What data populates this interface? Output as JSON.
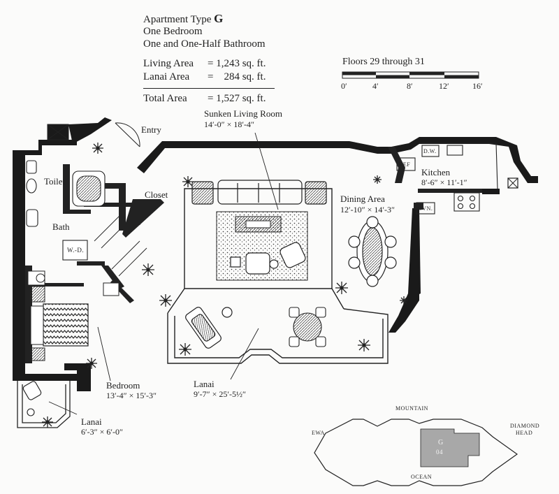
{
  "header": {
    "title_prefix": "Apartment Type",
    "title_letter": "G",
    "bedrooms": "One Bedroom",
    "bathrooms": "One and One-Half Bathroom",
    "living_label": "Living Area",
    "living_value": "= 1,243 sq. ft.",
    "lanai_label": "Lanai Area",
    "lanai_value": "=    284 sq. ft.",
    "total_label": "Total Area",
    "total_value": "= 1,527 sq. ft."
  },
  "scale": {
    "floors": "Floors 29 through 31",
    "ticks": [
      "0′",
      "4′",
      "8′",
      "12′",
      "16′"
    ]
  },
  "rooms": {
    "entry": "Entry",
    "sunken_name": "Sunken Living Room",
    "sunken_dim": "14′-0″ × 18′-4″",
    "toilet": "Toilet",
    "closet": "Closet",
    "bath": "Bath",
    "wd": "W.-D.",
    "ref": "REF",
    "dw": "D.W.",
    "ovn": "OVN.",
    "kitchen_name": "Kitchen",
    "kitchen_dim": "8′-6″ × 11′-1″",
    "dining_name": "Dining Area",
    "dining_dim": "12′-10″ × 14′-3″",
    "bedroom_name": "Bedroom",
    "bedroom_dim": "13′-4″ × 15′-3″",
    "lanai_name": "Lanai",
    "lanai_dim": "9′-7″ × 25′-5½″",
    "lanai2_name": "Lanai",
    "lanai2_dim": "6′-3″ × 6′-0″"
  },
  "keyplan": {
    "mountain": "MOUNTAIN",
    "ewa": "EWA",
    "diamond": "DIAMOND",
    "head": "HEAD",
    "ocean": "OCEAN",
    "unit_letter": "G",
    "unit_number": "04"
  },
  "colors": {
    "wall": "#1a1a1a",
    "paper": "#fbfbfa",
    "keyplan_highlight": "#a8a8a8"
  }
}
